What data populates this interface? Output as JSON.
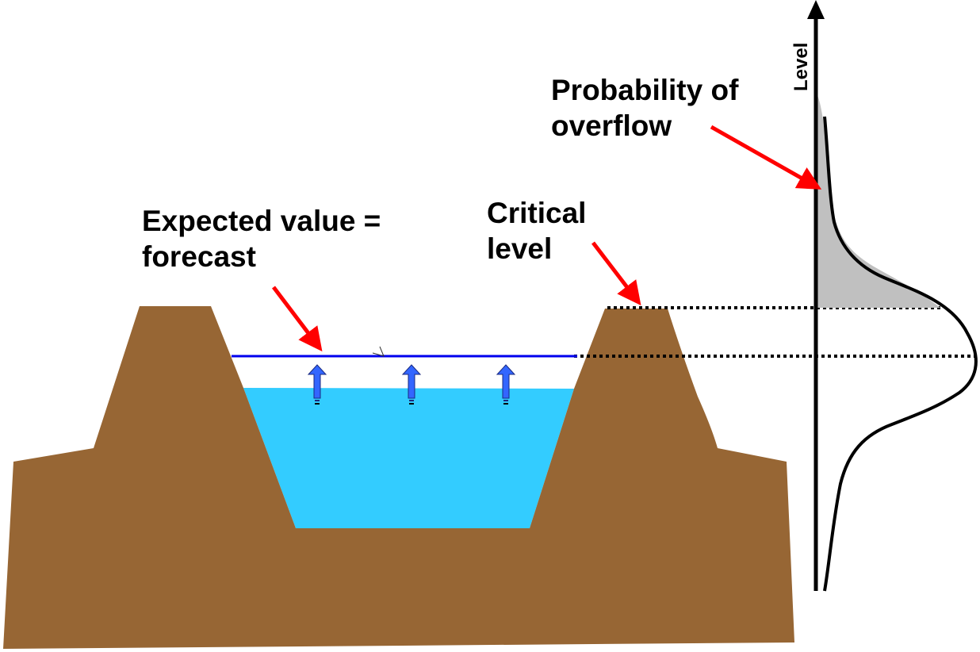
{
  "diagram": {
    "title": "Flood forecast uncertainty: probability of overflow",
    "colors": {
      "earth": "#976634",
      "water": "#33ccff",
      "forecast_line": "#0000ee",
      "rise_arrow": "#3366ff",
      "annotation_arrow": "#ff0000",
      "pdf_fill": "#c0c0c0",
      "pdf_line": "#000000",
      "dotted_line": "#000000"
    },
    "labels": {
      "expected_value_line1": "Expected value =",
      "expected_value_line2": "forecast",
      "critical_level_line1": "Critical",
      "critical_level_line2": "level",
      "probability_line1": "Probability of",
      "probability_line2": "overflow",
      "axis_label": "Level"
    },
    "elements": {
      "levee_left": "Left levee / embankment",
      "levee_right": "Right levee / embankment (top = critical level)",
      "water_body": "River water",
      "forecast_line": "Forecast (expected) water level",
      "rising_arrows_count": 3,
      "pdf_curve": "Probability density of water level",
      "shaded_area": "Probability of exceeding the critical level"
    }
  }
}
